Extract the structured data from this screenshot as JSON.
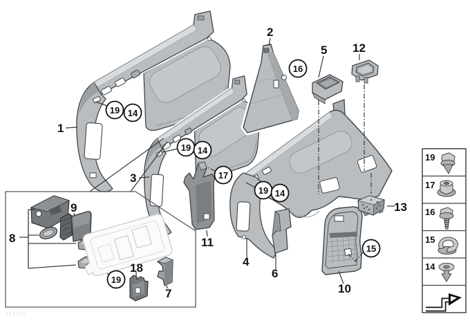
{
  "part_labels": [
    {
      "id": "1"
    },
    {
      "id": "2"
    },
    {
      "id": "3"
    },
    {
      "id": "4"
    },
    {
      "id": "5"
    },
    {
      "id": "6"
    },
    {
      "id": "7"
    },
    {
      "id": "8"
    },
    {
      "id": "9"
    },
    {
      "id": "10"
    },
    {
      "id": "11"
    },
    {
      "id": "12"
    },
    {
      "id": "13"
    },
    {
      "id": "18"
    }
  ],
  "fastener_callouts": [
    {
      "id": "19"
    },
    {
      "id": "14"
    },
    {
      "id": "19"
    },
    {
      "id": "14"
    },
    {
      "id": "19"
    },
    {
      "id": "14"
    },
    {
      "id": "16"
    },
    {
      "id": "17"
    },
    {
      "id": "15"
    },
    {
      "id": "19"
    }
  ],
  "legend": {
    "items": [
      {
        "label": "19",
        "icon": "hex-screw"
      },
      {
        "label": "17",
        "icon": "flange-nut"
      },
      {
        "label": "16",
        "icon": "washer-screw"
      },
      {
        "label": "15",
        "icon": "c-clip"
      },
      {
        "label": "14",
        "icon": "push-rivet"
      },
      {
        "label": "",
        "icon": "direction-arrow"
      }
    ]
  },
  "footer_code": "474165",
  "colors": {
    "panel_fill": "#b9bdc0",
    "panel_dark": "#9ba0a3",
    "panel_light": "#d9dcde",
    "outline": "#3f4448",
    "dark_part": "#73777a",
    "ghost_line": "#c9ccce"
  }
}
